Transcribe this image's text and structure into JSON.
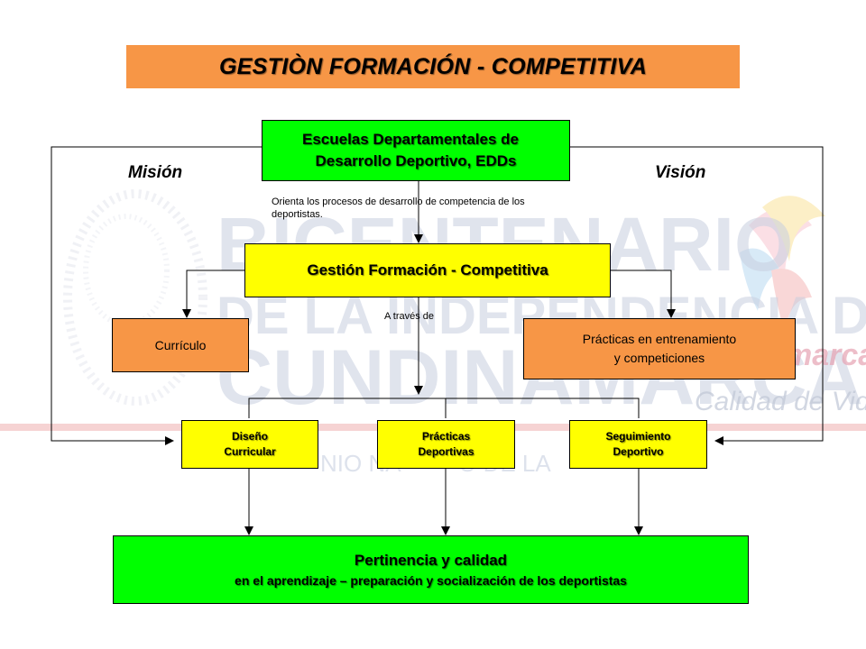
{
  "title": "GESTIÒN  FORMACIÓN - COMPETITIVA",
  "top_box": {
    "line1": "Escuelas  Departamentales de",
    "line2": "Desarrollo Deportivo, EDDs"
  },
  "labels": {
    "mision": "Misión",
    "vision": "Visión",
    "orienta": "Orienta los procesos de desarrollo de competencia de los deportistas.",
    "a_traves": "A  través de"
  },
  "gestion_box": "Gestión  Formación - Competitiva",
  "curriculo_box": "Currículo",
  "practicas_box": {
    "line1": "Prácticas en entrenamiento",
    "line2": "y competiciones"
  },
  "sub_boxes": [
    {
      "line1": "Diseño",
      "line2": "Curricular"
    },
    {
      "line1": "Prácticas",
      "line2": "Deportivas"
    },
    {
      "line1": "Seguimiento",
      "line2": "Deportivo"
    }
  ],
  "result_box": {
    "line1": "Pertinencia  y  calidad",
    "line2": "en el aprendizaje  – preparación y socialización  de los deportistas"
  },
  "watermark": {
    "line1": "BICENTENARIO",
    "line2": "DE LA INDEPENDENCIA DE",
    "line3": "CUNDINAMARCA",
    "line4": "NIO NA         O DE LA",
    "brand1": "marca",
    "brand2": "Calidad de Vida"
  },
  "colors": {
    "orange": "#f79646",
    "green": "#00ff00",
    "yellow": "#ffff00",
    "watermark": "#c5cbdc"
  }
}
